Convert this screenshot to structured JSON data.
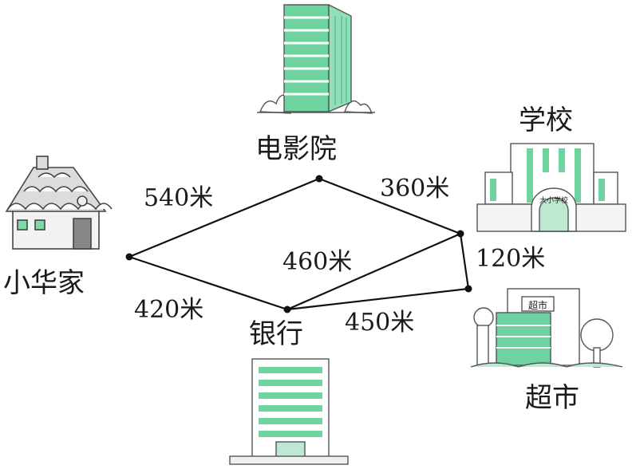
{
  "places": {
    "home": "小华家",
    "cinema": "电影院",
    "school": "学校",
    "bank": "银行",
    "supermarket": "超市"
  },
  "supermarket_sign": "超市",
  "school_sign": "大小学校",
  "distances": {
    "home_cinema": "540米",
    "cinema_school": "360米",
    "school_bank": "460米",
    "school_supermarket": "120米",
    "home_bank": "420米",
    "bank_supermarket": "450米"
  },
  "colors": {
    "line": "#111111",
    "building_green": "#6fd3a0",
    "building_outline": "#555555"
  }
}
